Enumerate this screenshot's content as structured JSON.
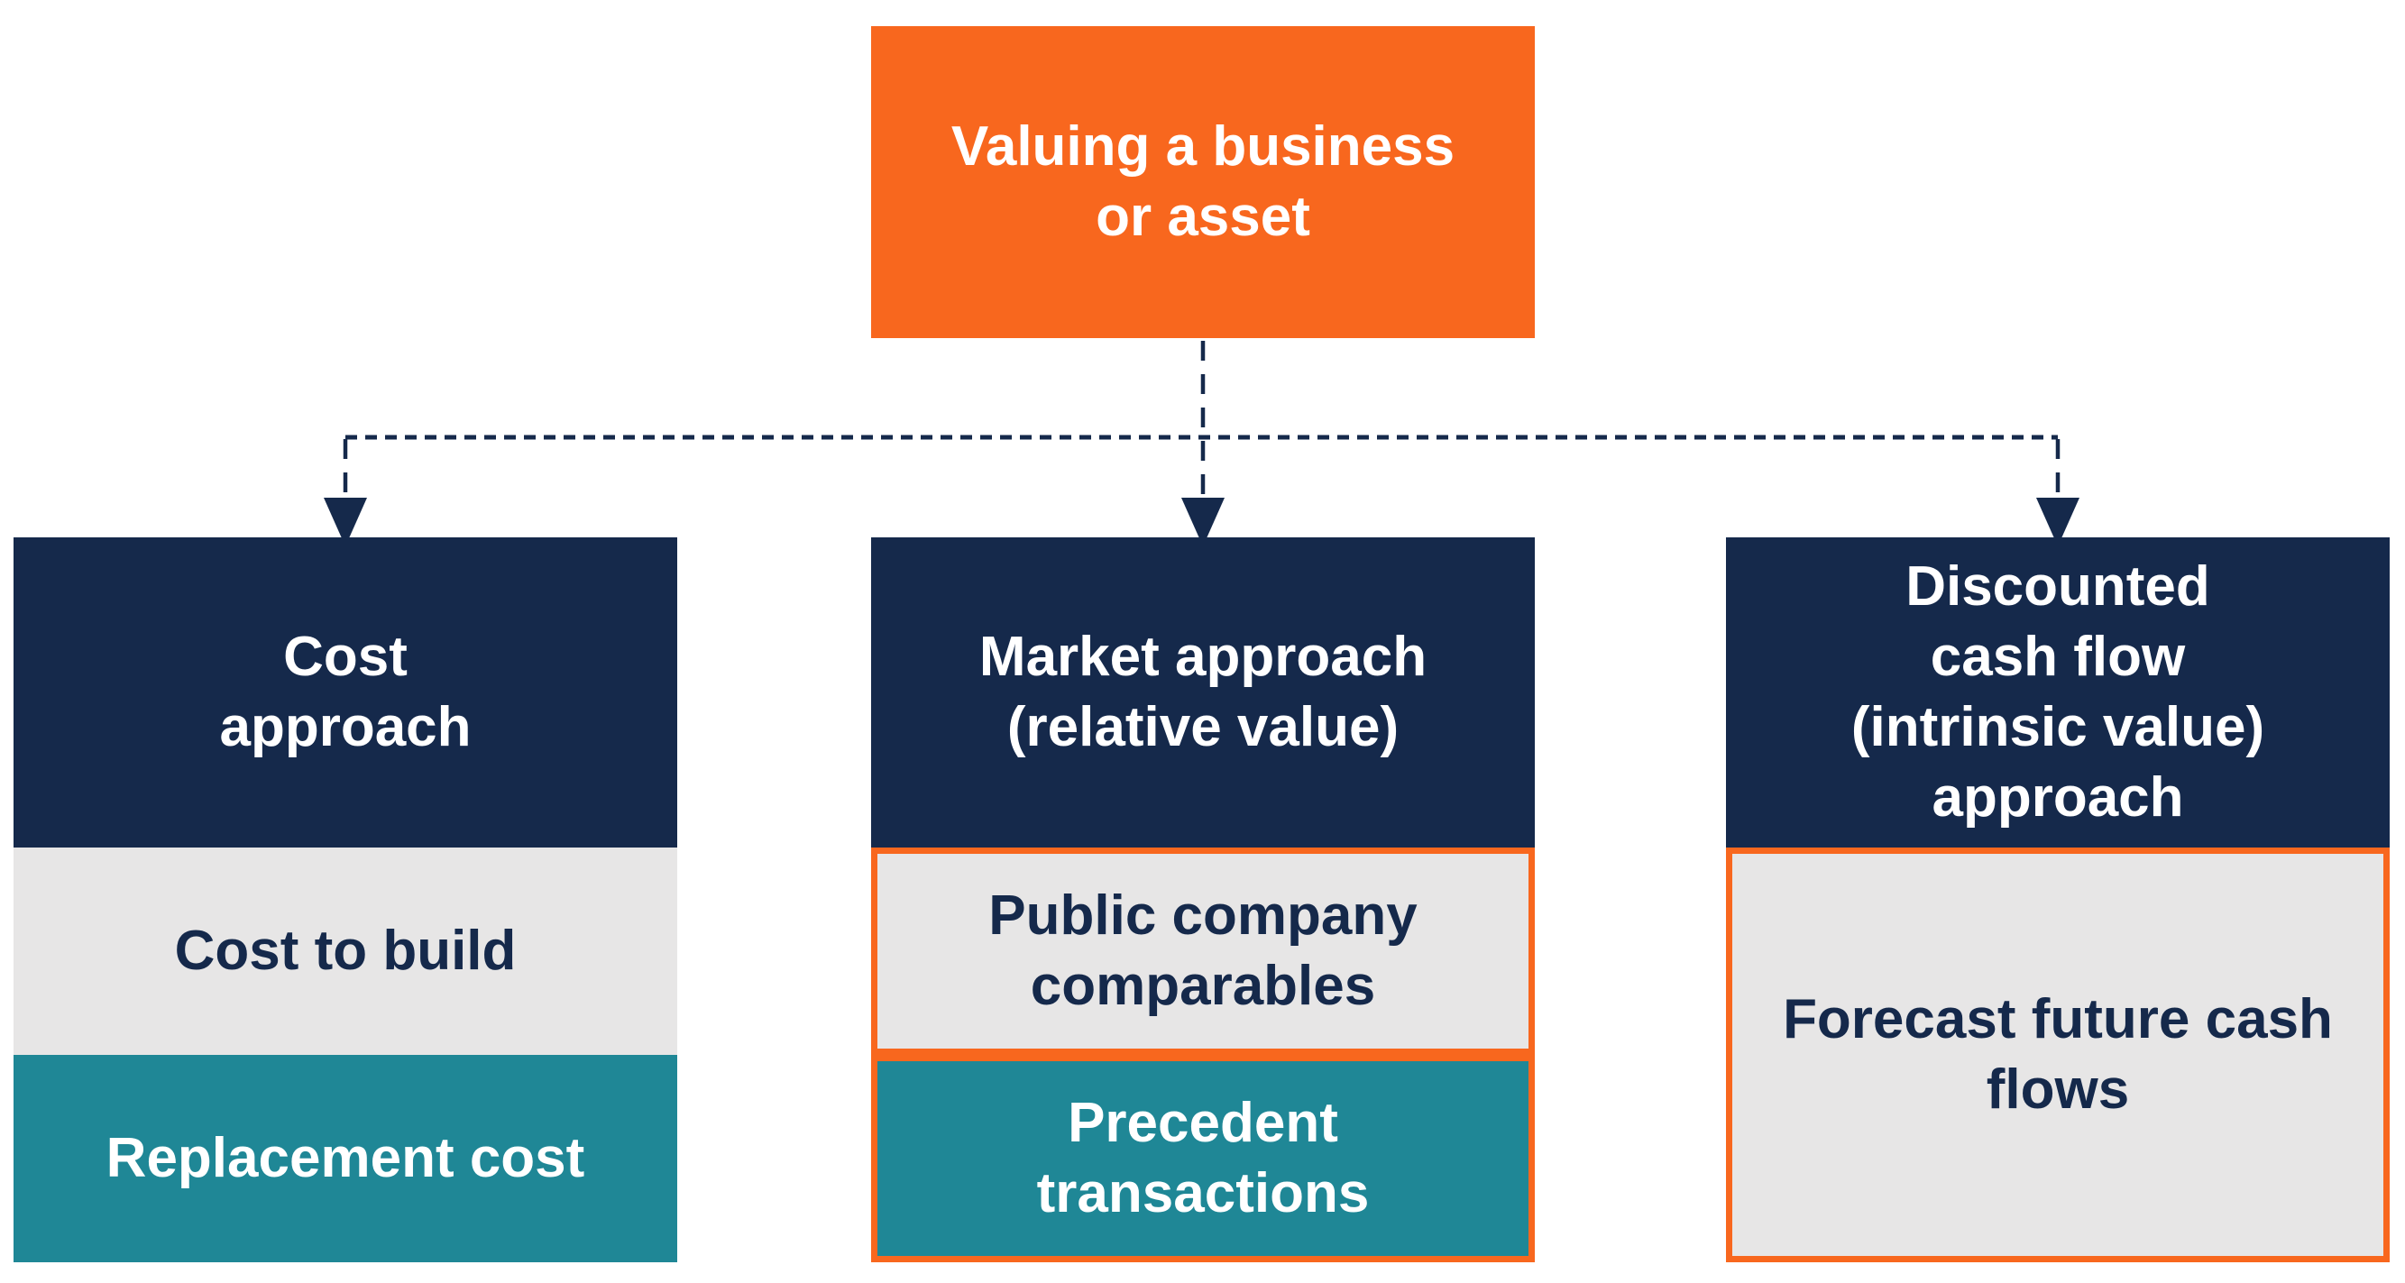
{
  "colors": {
    "accent_orange": "#F8671E",
    "navy": "#15294B",
    "teal": "#1F8796",
    "light_gray": "#E7E6E6",
    "background": "#FFFFFF",
    "text_on_dark": "#FFFFFF"
  },
  "diagram": {
    "root": {
      "label": "Valuing a business\nor asset"
    },
    "columns": [
      {
        "header": {
          "label": "Cost\napproach"
        },
        "items": [
          {
            "label": "Cost to build",
            "variant": "gray",
            "highlighted": false
          },
          {
            "label": "Replacement cost",
            "variant": "teal",
            "highlighted": false
          }
        ]
      },
      {
        "header": {
          "label": "Market approach\n(relative value)"
        },
        "items": [
          {
            "label": "Public company\ncomparables",
            "variant": "gray",
            "highlighted": true
          },
          {
            "label": "Precedent\ntransactions",
            "variant": "teal",
            "highlighted": true
          }
        ]
      },
      {
        "header": {
          "label": "Discounted\ncash flow\n(intrinsic value)\napproach"
        },
        "items": [
          {
            "label": "Forecast future cash\nflows",
            "variant": "gray",
            "highlighted": true
          }
        ]
      }
    ]
  }
}
